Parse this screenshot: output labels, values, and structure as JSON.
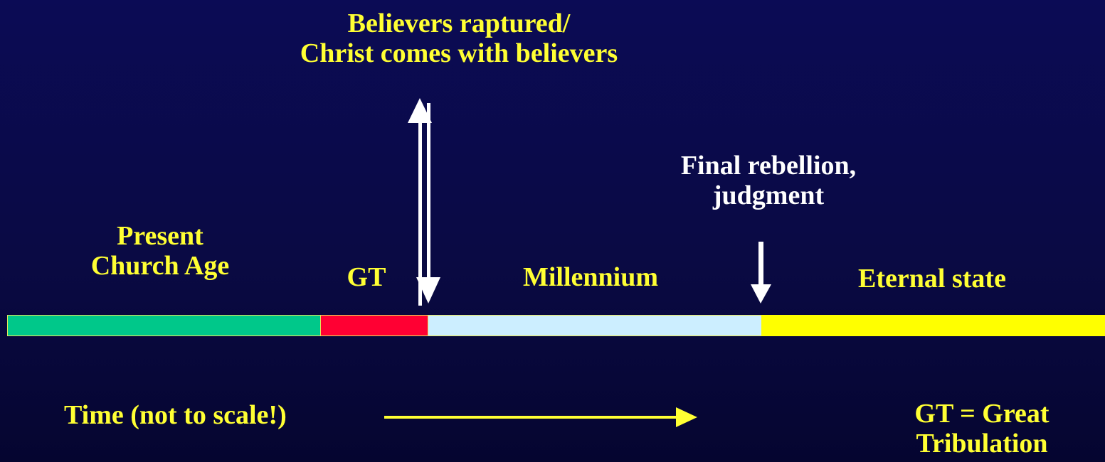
{
  "labels": {
    "believers_line1": "Believers raptured/",
    "believers_line2": "Christ comes with believers",
    "final_line1": "Final rebellion,",
    "final_line2": "judgment",
    "present_line1": "Present",
    "present_line2": "Church Age",
    "gt": "GT",
    "millennium": "Millennium",
    "eternal": "Eternal state",
    "time": "Time (not to scale!)",
    "gt_def_line1": "GT = Great",
    "gt_def_line2": "Tribulation"
  },
  "timeline": {
    "segments": [
      {
        "name": "church-age",
        "color": "#00c88a"
      },
      {
        "name": "great-tribulation",
        "color": "#ff0033"
      },
      {
        "name": "millennium",
        "color": "#cceeff"
      },
      {
        "name": "eternal-state",
        "color": "#ffff00"
      }
    ]
  },
  "colors": {
    "background": "#0b0b55",
    "text_yellow": "#ffff33",
    "text_white": "#ffffff",
    "arrow_white": "#ffffff",
    "arrow_yellow": "#ffff33"
  },
  "icons": {
    "rapture": "up-arrow-icon",
    "second_coming": "down-arrow-icon",
    "judgment": "down-arrow-icon",
    "time": "right-arrow-icon"
  }
}
